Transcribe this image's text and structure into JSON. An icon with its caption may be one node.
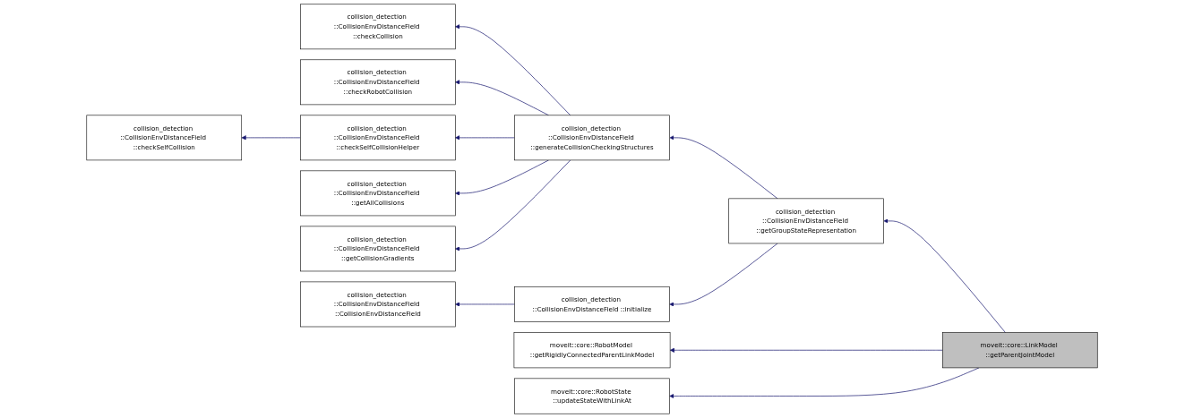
{
  "diagram": {
    "nodes": [
      {
        "text": [
          "collision_detection ::CollisionEnvDistanceField ::checkSelfCollision"
        ]
      },
      {
        "text": [
          "collision_detection ::CollisionEnvDistanceField ::checkCollision"
        ]
      },
      {
        "text": [
          "collision_detection ::CollisionEnvDistanceField ::checkRobotCollision"
        ]
      },
      {
        "text": [
          "collision_detection ::CollisionEnvDistanceField ::checkSelfCollisionHelper"
        ]
      },
      {
        "text": [
          "collision_detection ::CollisionEnvDistanceField ::getAllCollisions"
        ]
      },
      {
        "text": [
          "collision_detection ::CollisionEnvDistanceField ::getCollisionGradients"
        ]
      },
      {
        "text": [
          "collision_detection ::CollisionEnvDistanceField ::CollisionEnvDistanceField"
        ]
      },
      {
        "text": [
          "collision_detection ::CollisionEnvDistanceField ::generateCollisionCheckingStructures"
        ]
      },
      {
        "text": [
          "collision_detection ::CollisionEnvDistanceField ::initialize"
        ]
      },
      {
        "text": [
          "collision_detection ::CollisionEnvDistanceField ::getGroupStateRepresentation"
        ]
      },
      {
        "text": [
          "moveit::core::RobotModel ::getRigidlyConnectedParentLinkModel"
        ]
      },
      {
        "text": [
          "moveit::core::RobotState ::updateStateWithLinkAt"
        ]
      },
      {
        "text": [
          "moveit::core::LinkModel ::getParentJointModel"
        ]
      }
    ],
    "edges": [
      {
        "from": 12,
        "to": 9,
        "arrow": "to"
      },
      {
        "from": 12,
        "to": 10,
        "arrow": "to"
      },
      {
        "from": 12,
        "to": 11,
        "arrow": "to"
      },
      {
        "from": 9,
        "to": 7,
        "arrow": "to"
      },
      {
        "from": 9,
        "to": 8,
        "arrow": "to"
      },
      {
        "from": 7,
        "to": 1,
        "arrow": "to"
      },
      {
        "from": 7,
        "to": 2,
        "arrow": "to"
      },
      {
        "from": 7,
        "to": 3,
        "arrow": "to"
      },
      {
        "from": 7,
        "to": 4,
        "arrow": "to"
      },
      {
        "from": 7,
        "to": 5,
        "arrow": "to"
      },
      {
        "from": 8,
        "to": 6,
        "arrow": "to"
      },
      {
        "from": 3,
        "to": 0,
        "arrow": "to"
      }
    ]
  }
}
